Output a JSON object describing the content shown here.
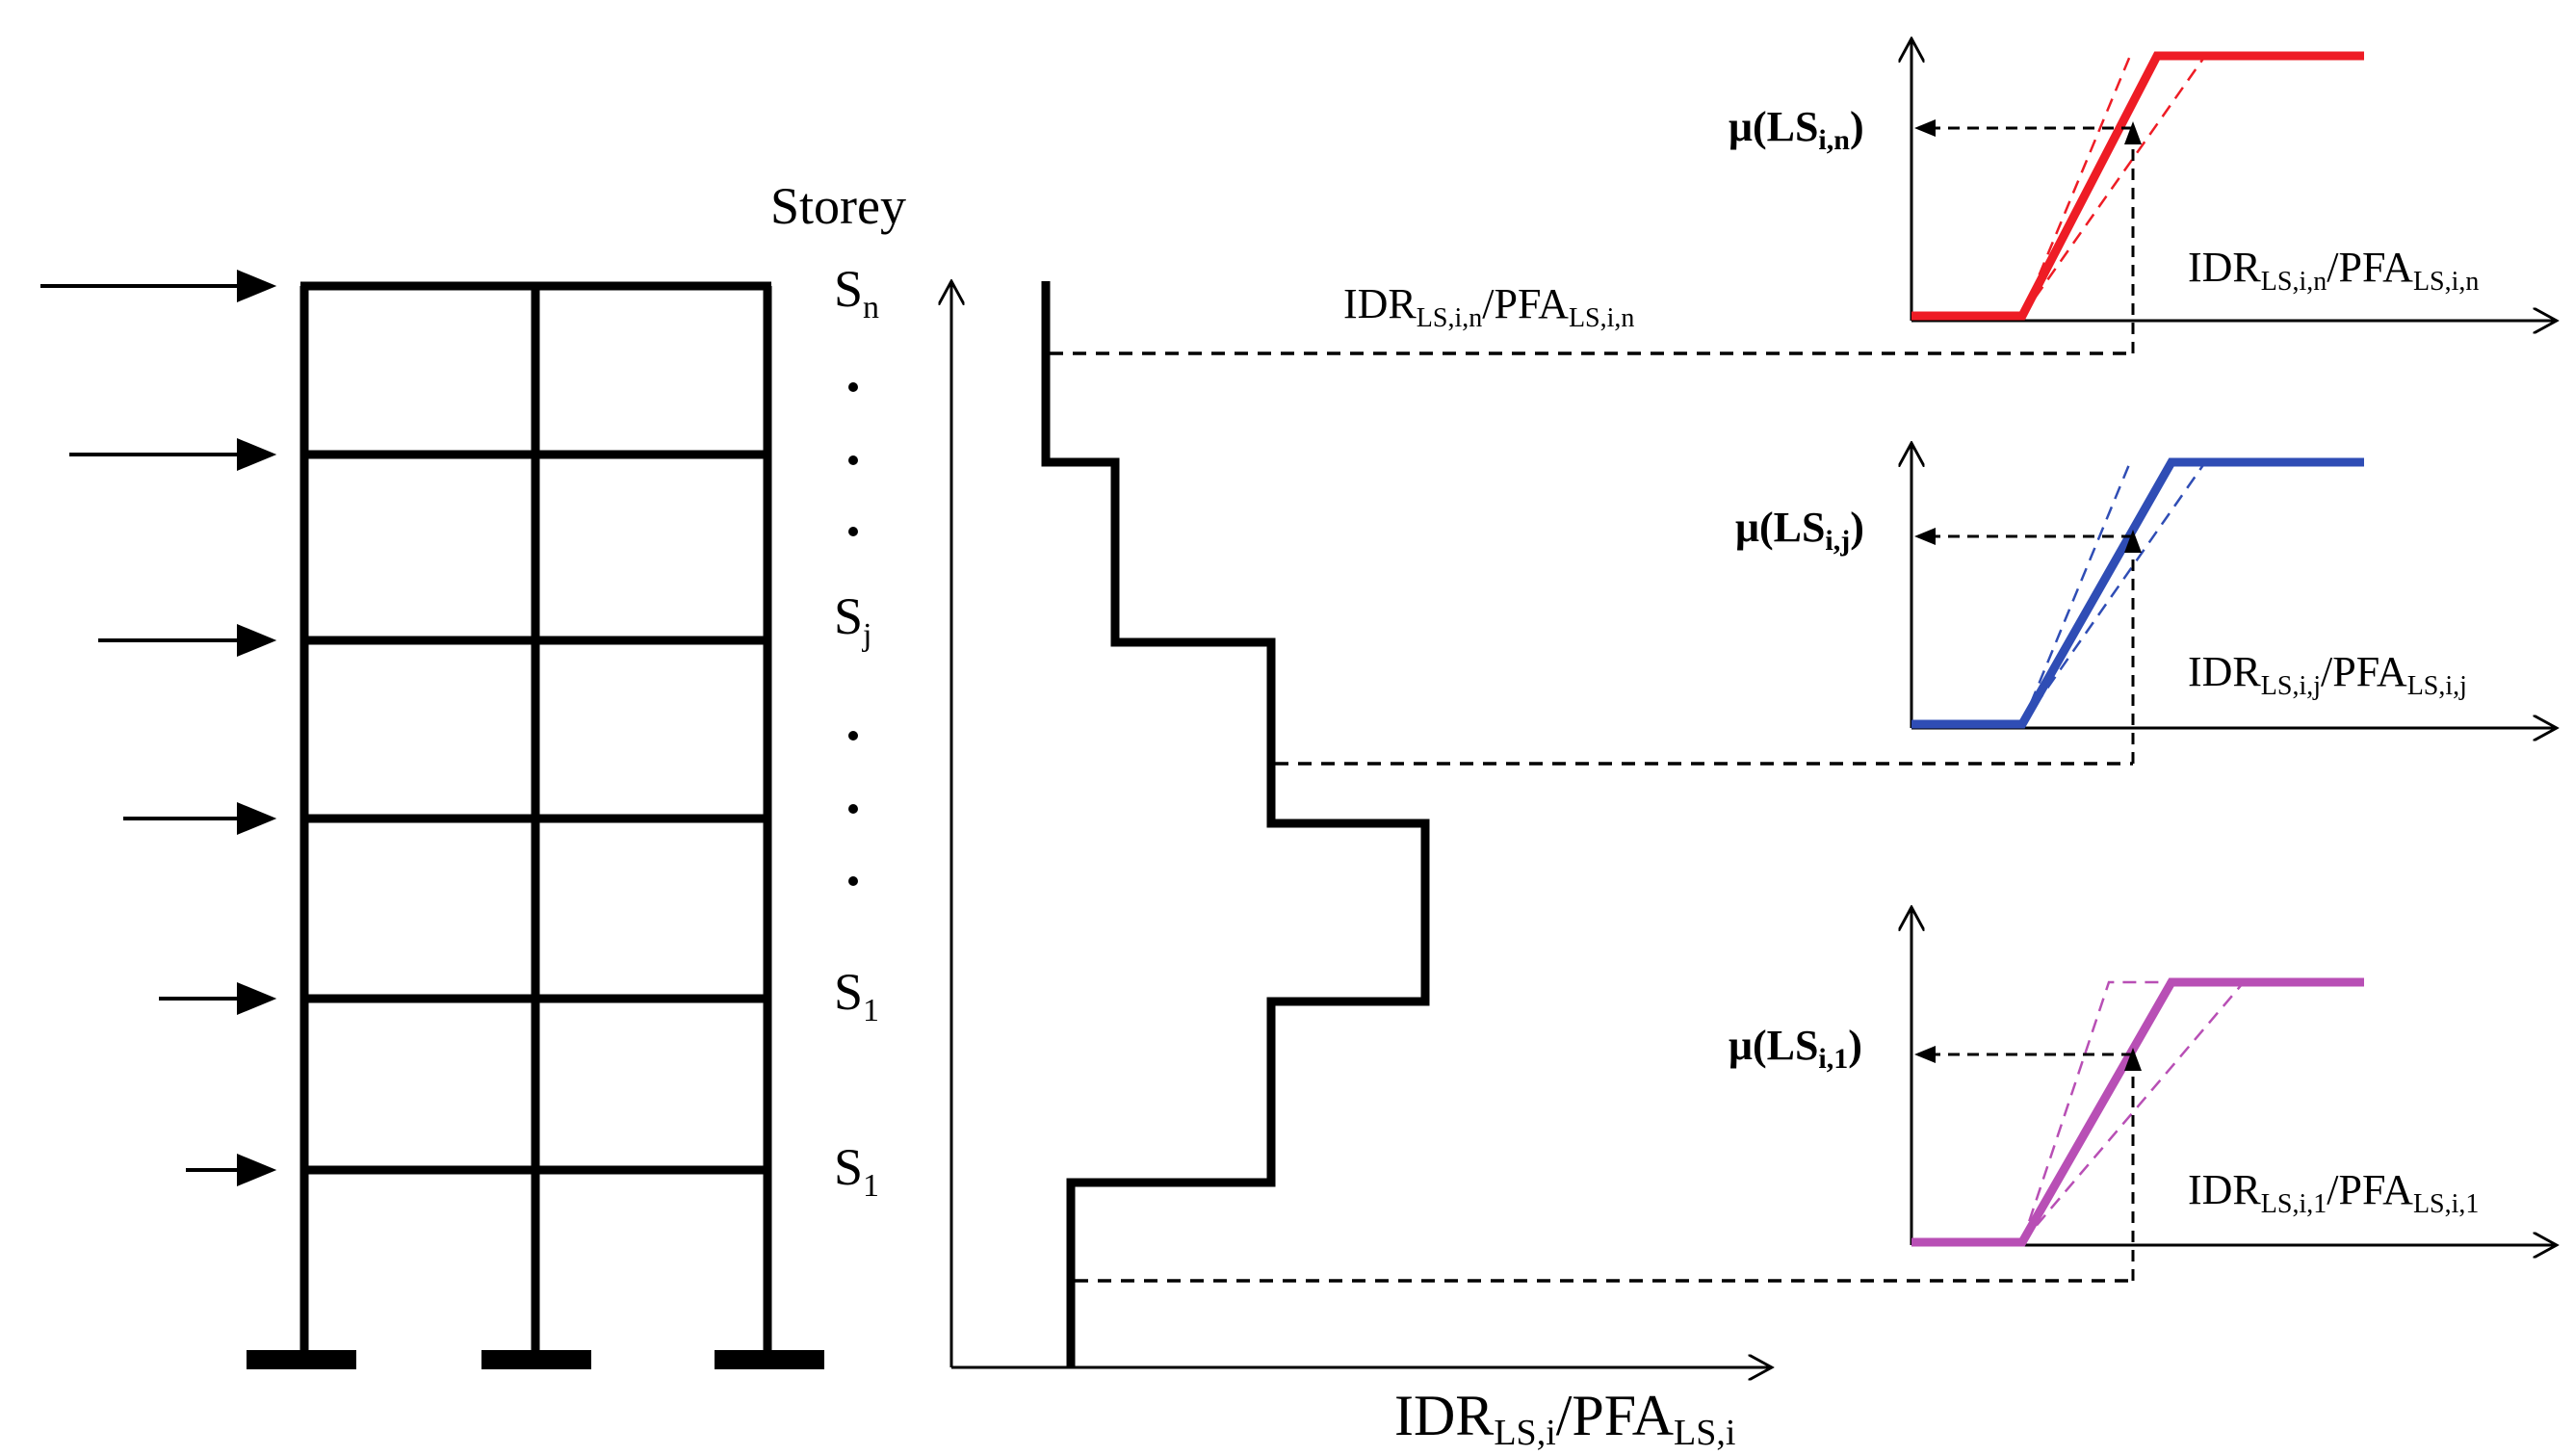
{
  "storey_axis_title": "Storey",
  "storey_labels": [
    {
      "main": "S",
      "sub": "n"
    },
    {
      "main": "S",
      "sub": "j"
    },
    {
      "main": "S",
      "sub": "1"
    },
    {
      "main": "S",
      "sub": "1"
    }
  ],
  "bottom_axis_label": {
    "p1": "IDR",
    "s1": "LS,i",
    "p2": "/PFA",
    "s2": "LS,i"
  },
  "top_threshold_label": {
    "p1": "IDR",
    "s1": "LS,i,n",
    "p2": "/PFA",
    "s2": "LS,i,n"
  },
  "fragility_panels": [
    {
      "name": "storey-n",
      "color": "#ee1c25",
      "mu_label": {
        "p1": "μ(LS",
        "s1": "i,n",
        "p2": ")"
      },
      "x_label": {
        "p1": "IDR",
        "s1": "LS,i,n",
        "p2": "/PFA",
        "s2": "LS,i,n"
      }
    },
    {
      "name": "storey-j",
      "color": "#2f4db5",
      "mu_label": {
        "p1": "μ(LS",
        "s1": "i,j",
        "p2": ")"
      },
      "x_label": {
        "p1": "IDR",
        "s1": "LS,i,j",
        "p2": "/PFA",
        "s2": "LS,i,j"
      }
    },
    {
      "name": "storey-1",
      "color": "#b84fb5",
      "mu_label": {
        "p1": "μ(LS",
        "s1": "i,1",
        "p2": ")"
      },
      "x_label": {
        "p1": "IDR",
        "s1": "LS,i,1",
        "p2": "/PFA",
        "s2": "LS,i,1"
      }
    }
  ]
}
